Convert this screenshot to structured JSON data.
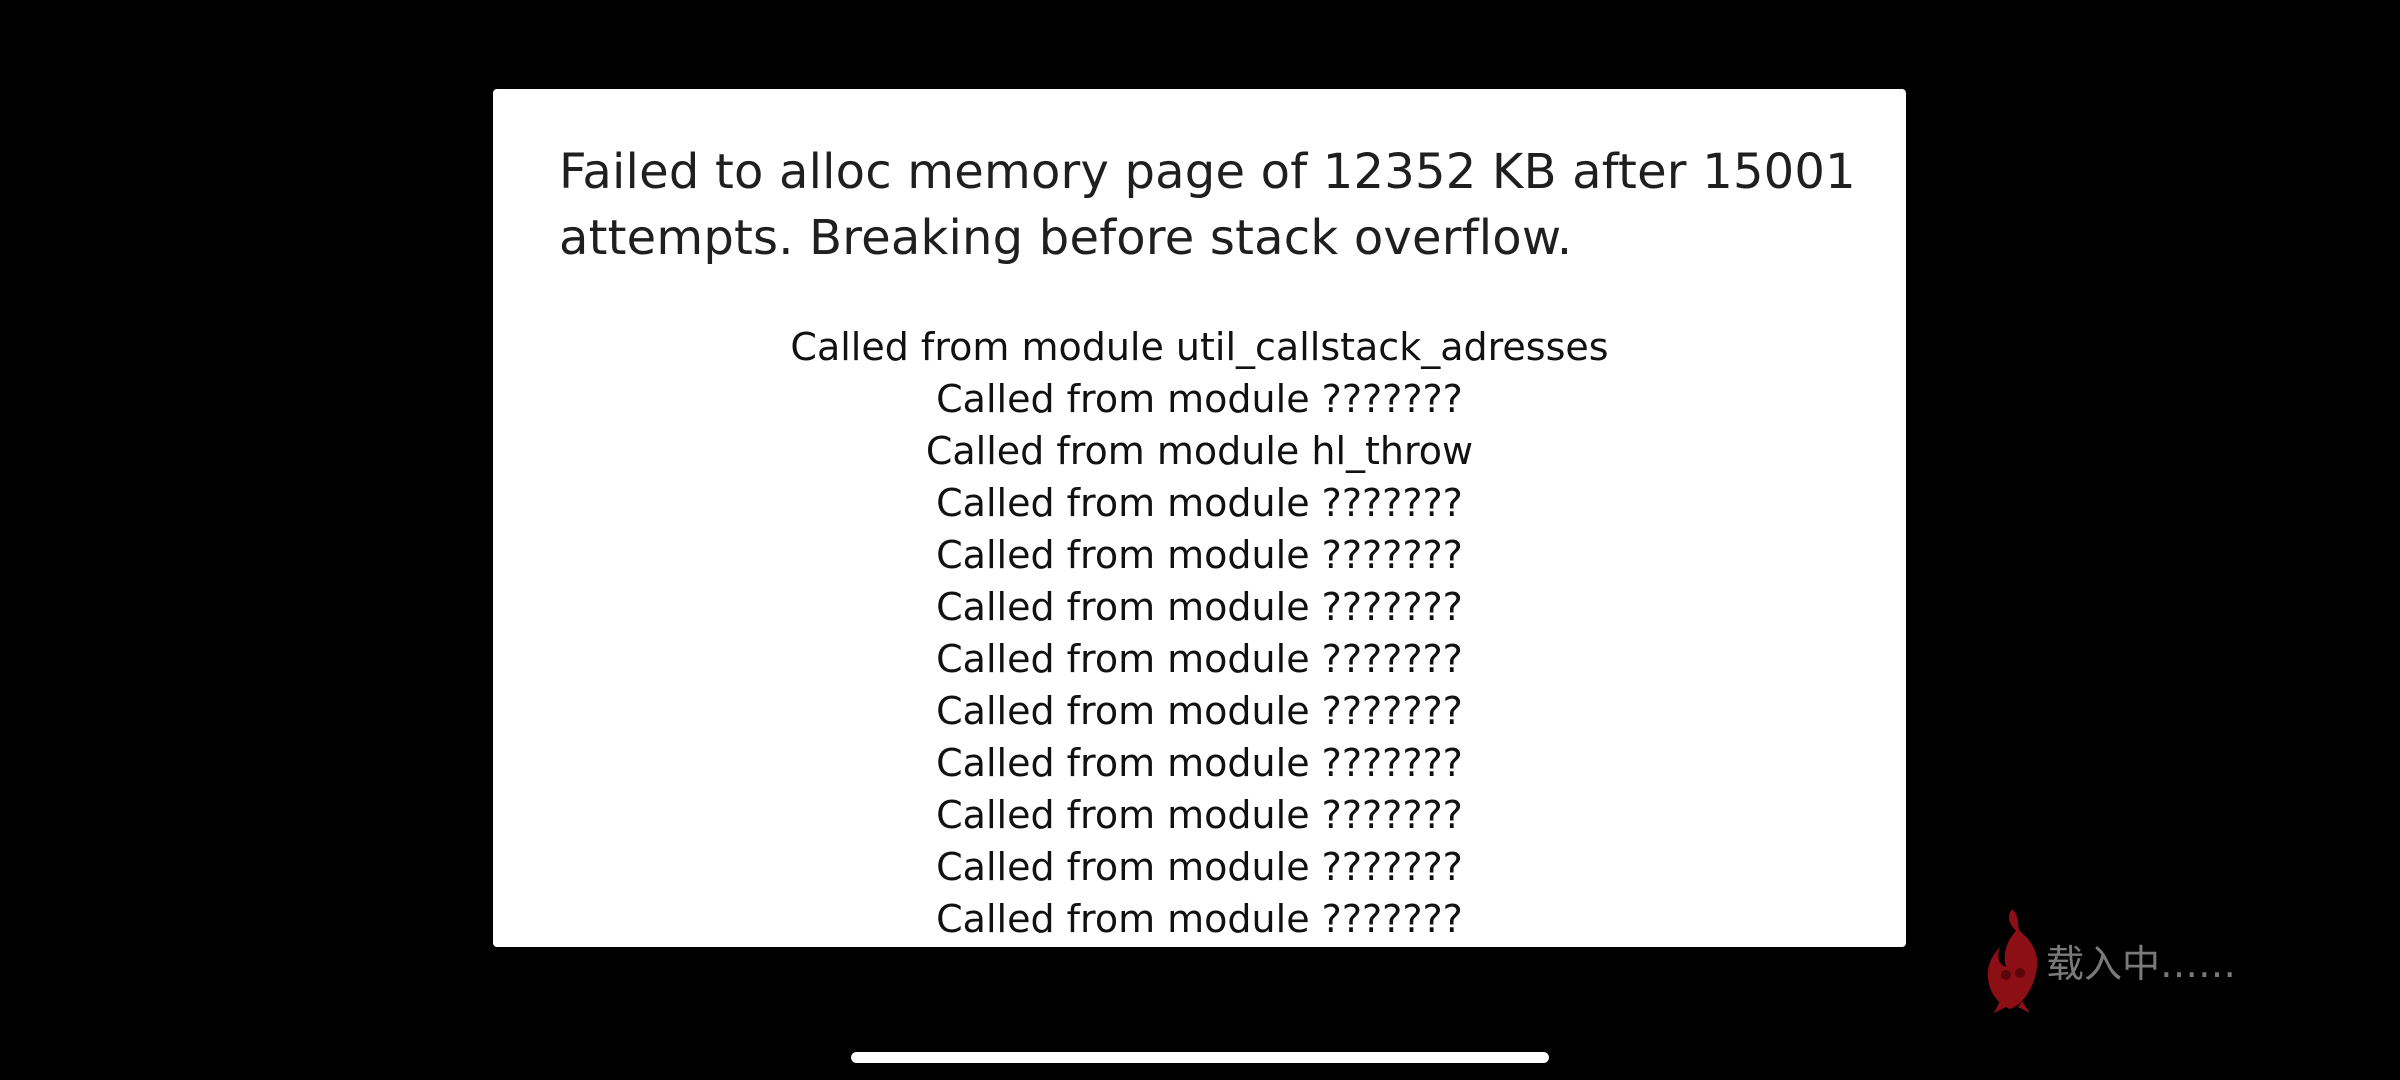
{
  "error": {
    "title": "Failed to alloc memory page of 12352 KB after 15001 attempts. Breaking before stack overflow.",
    "callstack": [
      "Called from module util_callstack_adresses",
      "Called from module ???????",
      "Called from module hl_throw",
      "Called from module ???????",
      "Called from module ???????",
      "Called from module ???????",
      "Called from module ???????",
      "Called from module ???????",
      "Called from module ???????",
      "Called from module ???????",
      "Called from module ???????",
      "Called from module ???????"
    ]
  },
  "loading": {
    "text": "载入中……",
    "icon": "red-flame-mascot-icon"
  },
  "colors": {
    "background": "#000000",
    "dialog": "#ffffff",
    "loading_icon": "#8b0f14",
    "loading_text": "#7a7a7a"
  }
}
